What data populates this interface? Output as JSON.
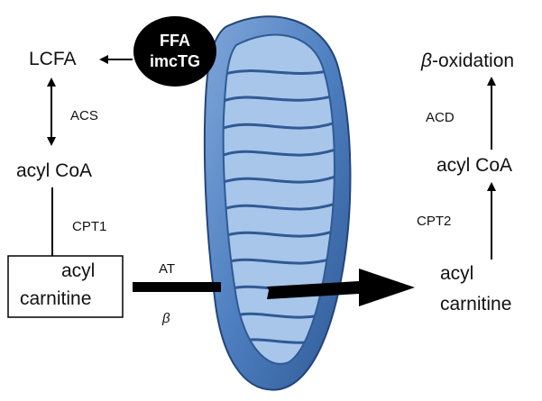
{
  "colors": {
    "mito_outer": "#4e7fc0",
    "mito_inner": "#a8c6ea",
    "mito_membrane": "#2f5a95",
    "circle_fill": "#000000",
    "arrow": "#000000"
  },
  "nodes": {
    "lcfa": "LCFA",
    "circle_line1": "FFA",
    "circle_line2": "imcTG",
    "acyl_coa_left": "acyl CoA",
    "acyl_carnitine_left_line1": "acyl",
    "acyl_carnitine_left_line2": "carnitine",
    "beta_oxidation_prefix": "β",
    "beta_oxidation_rest": "-oxidation",
    "acyl_coa_right": "acyl CoA",
    "acyl_carnitine_right_line1": "acyl",
    "acyl_carnitine_right_line2": "carnitine"
  },
  "enzymes": {
    "acs": "ACS",
    "cpt1": "CPT1",
    "at": "AT",
    "beta": "β",
    "cpt2": "CPT2",
    "acd": "ACD"
  },
  "icons": {
    "organelle": "mitochondrion-icon"
  }
}
